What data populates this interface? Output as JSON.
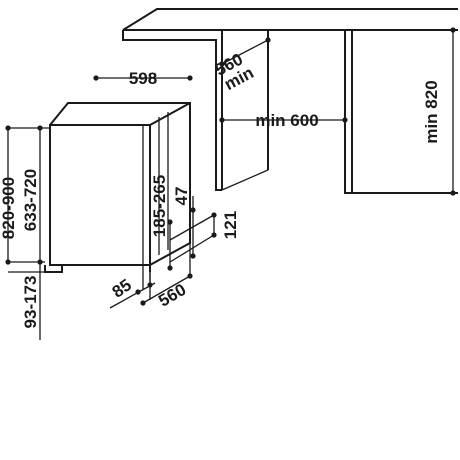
{
  "dimensions": {
    "width": "598",
    "recess_depth": "560\nmin",
    "cabinet_height": "min 820",
    "cabinet_width": "min 600",
    "height_range": "820-900",
    "body_height_range": "633-720",
    "foot_range": "93-173",
    "door_gap": "185-265",
    "plinth_depth": "47",
    "plinth_height": "121",
    "front_offset": "85",
    "depth": "560"
  }
}
